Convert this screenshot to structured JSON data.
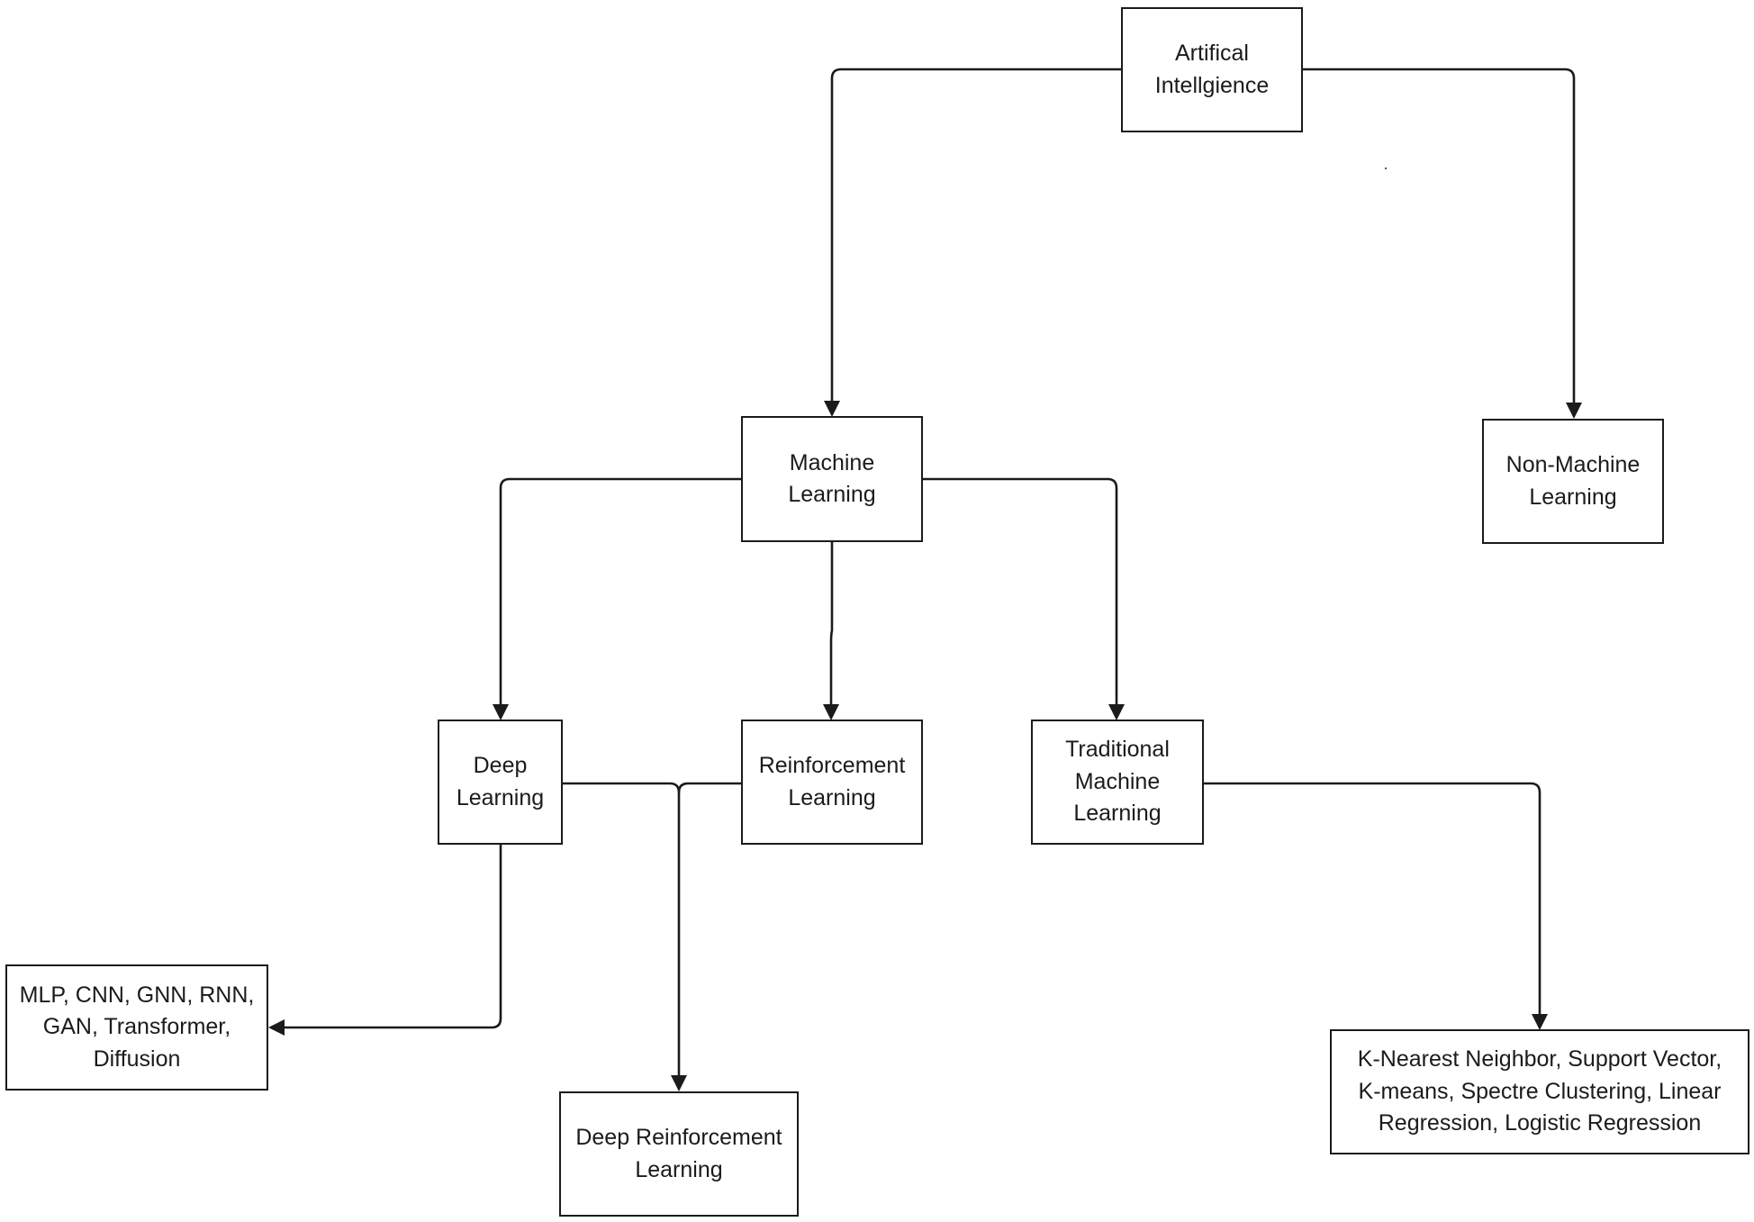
{
  "diagram": {
    "type": "hierarchy flowchart",
    "colors": {
      "stroke": "#1b1b1b",
      "node_fill": "#ffffff",
      "text": "#1b1b1b",
      "background": "#ffffff"
    },
    "nodes": {
      "artificial_intelligence": "Artifical\nIntellgience",
      "machine_learning": "Machine\nLearning",
      "non_machine_learning": "Non-Machine\nLearning",
      "deep_learning": "Deep\nLearning",
      "reinforcement_learning": "Reinforcement\nLearning",
      "traditional_machine_learning": "Traditional\nMachine\nLearning",
      "deep_learning_models": "MLP, CNN, GNN, RNN,\nGAN, Transformer,\nDiffusion",
      "deep_reinforcement_learning": "Deep Reinforcement\nLearning",
      "traditional_methods": "K-Nearest Neighbor, Support Vector,\nK-means, Spectre Clustering, Linear\nRegression, Logistic Regression"
    },
    "edges": [
      {
        "from": "artificial_intelligence",
        "to": "machine_learning"
      },
      {
        "from": "artificial_intelligence",
        "to": "non_machine_learning"
      },
      {
        "from": "machine_learning",
        "to": "deep_learning"
      },
      {
        "from": "machine_learning",
        "to": "reinforcement_learning"
      },
      {
        "from": "machine_learning",
        "to": "traditional_machine_learning"
      },
      {
        "from": "deep_learning",
        "to": "deep_learning_models"
      },
      {
        "from": "deep_learning",
        "to": "deep_reinforcement_learning"
      },
      {
        "from": "reinforcement_learning",
        "to": "deep_reinforcement_learning"
      },
      {
        "from": "traditional_machine_learning",
        "to": "traditional_methods"
      }
    ]
  }
}
